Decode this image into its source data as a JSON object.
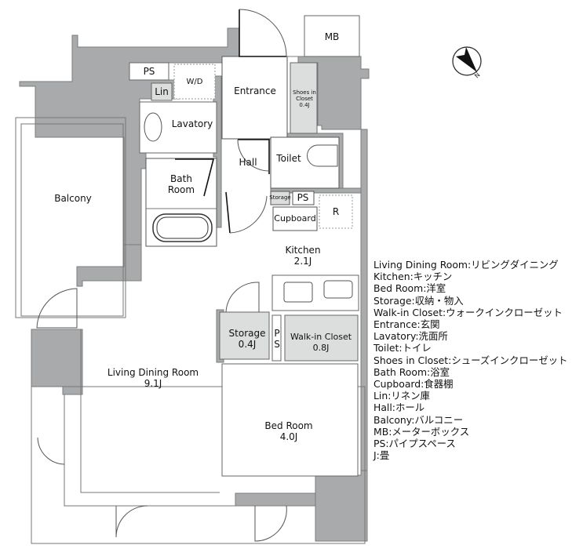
{
  "floor_plan": {
    "rooms": [
      {
        "id": "mb",
        "label": "MB",
        "area": ""
      },
      {
        "id": "ps_top",
        "label": "PS",
        "area": ""
      },
      {
        "id": "lin",
        "label": "Lin",
        "area": ""
      },
      {
        "id": "wd",
        "label": "W/D",
        "area": ""
      },
      {
        "id": "entrance",
        "label": "Entrance",
        "area": ""
      },
      {
        "id": "shoes",
        "label": "Shoes in Closet",
        "area": "0.4J"
      },
      {
        "id": "lavatory",
        "label": "Lavatory",
        "area": ""
      },
      {
        "id": "hall",
        "label": "Hall",
        "area": ""
      },
      {
        "id": "toilet",
        "label": "Toilet",
        "area": ""
      },
      {
        "id": "bath",
        "label": "Bath Room",
        "area": ""
      },
      {
        "id": "balcony",
        "label": "Balcony",
        "area": ""
      },
      {
        "id": "storage_small",
        "label": "Storage",
        "area": ""
      },
      {
        "id": "ps_mid",
        "label": "PS",
        "area": ""
      },
      {
        "id": "cupboard",
        "label": "Cupboard",
        "area": ""
      },
      {
        "id": "r",
        "label": "R",
        "area": ""
      },
      {
        "id": "kitchen",
        "label": "Kitchen",
        "area": "2.1J"
      },
      {
        "id": "storage",
        "label": "Storage",
        "area": "0.4J"
      },
      {
        "id": "ps_v",
        "label": "P S",
        "area": ""
      },
      {
        "id": "wic",
        "label": "Walk-in Closet",
        "area": "0.8J"
      },
      {
        "id": "ldr",
        "label": "Living Dining Room",
        "area": "9.1J"
      },
      {
        "id": "bedroom",
        "label": "Bed Room",
        "area": "4.0J"
      }
    ],
    "compass": {
      "icon": "north-arrow-icon",
      "label": "N"
    },
    "colors": {
      "wall": "#a8aaab",
      "wall_edge": "#7a7c7d",
      "closet_fill": "#dcdddd",
      "line": "#555555"
    }
  },
  "legend": [
    "Living Dining Room:リビングダイニング",
    "Kitchen:キッチン",
    "Bed Room:洋室",
    "Storage:収納・物入",
    "Walk-in Closet:ウォークインクローゼット",
    "Entrance:玄関",
    "Lavatory:洗面所",
    "Toilet:トイレ",
    "Shoes in Closet:シューズインクローゼット",
    "Bath Room:浴室",
    "Cupboard:食器棚",
    "Lin:リネン庫",
    "Hall:ホール",
    "Balcony:バルコニー",
    "MB:メーターボックス",
    "PS:パイプスペース",
    "J:畳"
  ]
}
